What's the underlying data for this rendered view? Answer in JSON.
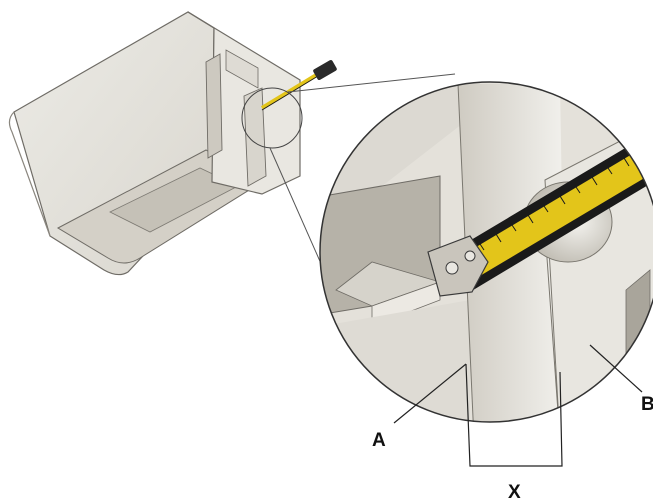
{
  "labels": {
    "a": "A",
    "b": "B",
    "x": "X"
  },
  "colors": {
    "background": "#ffffff",
    "part_body": "#e6e3dc",
    "part_dark": "#b9b5ab",
    "outline": "#6f6c66",
    "tape_yellow": "#e3c51a",
    "tape_black": "#1a1a1a",
    "leader": "#222222"
  }
}
